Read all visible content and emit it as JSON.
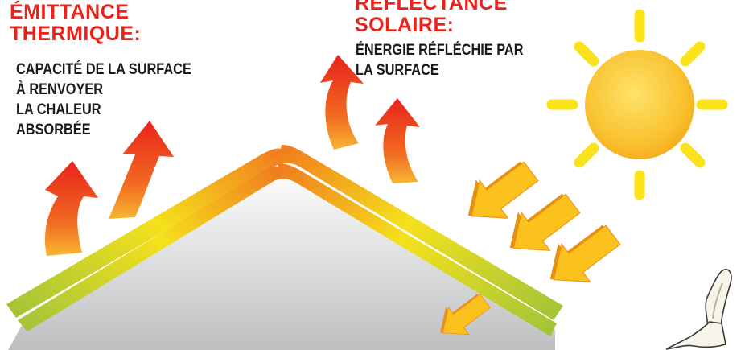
{
  "emittance": {
    "heading": [
      "ÉMITTANCE",
      "THERMIQUE:"
    ],
    "description": [
      "CAPACITÉ DE LA SURFACE",
      "À RENVOYER",
      "LA CHALEUR",
      "ABSORBÉE"
    ]
  },
  "reflectance": {
    "heading": [
      "RÉFLECTANCE",
      "SOLAIRE:"
    ],
    "description": [
      "ÉNERGIE RÉFLÉCHIE PAR",
      "LA SURFACE"
    ]
  },
  "colors": {
    "heading": "#e8231c",
    "text": "#1a1a1a",
    "heat_arrow_top": "#e8231c",
    "heat_arrow_bottom": "#f7b733",
    "sun": "#f9c22e",
    "sun_rays": "#fbe31b",
    "roof_top": "#f0781e",
    "roof_bottom": "#9ec33a",
    "solar_arrow": "#f9b81a"
  },
  "icons": {
    "sun": "sun-icon",
    "heat": "heat-arrow-icon",
    "solar": "solar-arrow-icon",
    "brush": "paint-brush-icon"
  }
}
